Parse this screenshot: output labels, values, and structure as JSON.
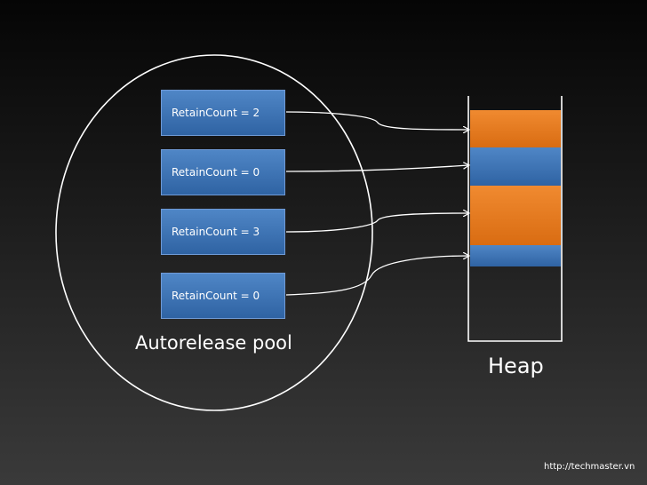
{
  "diagram": {
    "pool_label": "Autorelease pool",
    "heap_label": "Heap",
    "objects": [
      {
        "label": "RetainCount = 2",
        "retain_count": 2
      },
      {
        "label": "RetainCount = 0",
        "retain_count": 0
      },
      {
        "label": "RetainCount = 3",
        "retain_count": 3
      },
      {
        "label": "RetainCount = 0",
        "retain_count": 0
      }
    ],
    "heap_blocks": [
      {
        "color": "#e87a1e"
      },
      {
        "color": "#3a6fb5"
      },
      {
        "color": "#e87a1e"
      },
      {
        "color": "#3a6fb5"
      }
    ]
  },
  "footer": {
    "url": "http://techmaster.vn"
  },
  "colors": {
    "object_box": "#3a6fb5",
    "heap_orange": "#e87a1e",
    "heap_blue": "#3a6fb5",
    "lines": "#ffffff"
  }
}
